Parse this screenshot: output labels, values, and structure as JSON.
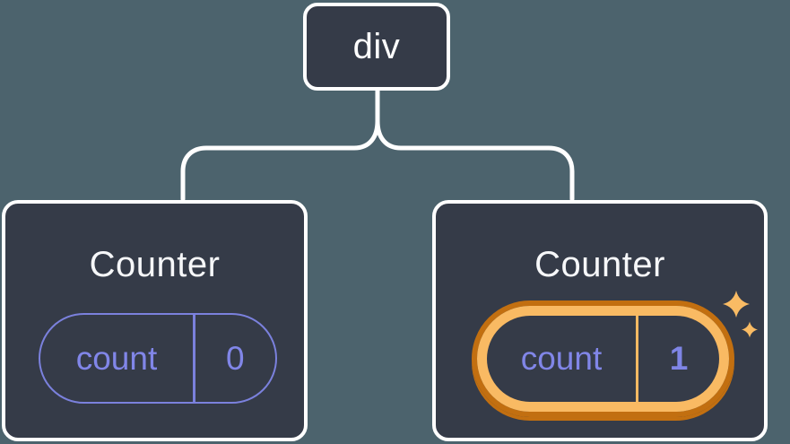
{
  "diagram": {
    "description": "React component tree with state",
    "root": {
      "label": "div"
    },
    "children": [
      {
        "title": "Counter",
        "state": {
          "key": "count",
          "value": "0"
        },
        "highlighted": false
      },
      {
        "title": "Counter",
        "state": {
          "key": "count",
          "value": "1"
        },
        "highlighted": true
      }
    ]
  },
  "colors": {
    "background": "#4c636d",
    "node_fill": "#353b48",
    "node_border": "#ffffff",
    "connector": "#ffffff",
    "state_purple_text": "#8186e8",
    "state_purple_border": "#7b81dd",
    "highlight_orange_light": "#f9ba63",
    "highlight_orange_dark": "#c26f10",
    "title_text": "#f6f7f9"
  },
  "icons": {
    "sparkle_large": "4-point-star",
    "sparkle_small": "4-point-star"
  }
}
